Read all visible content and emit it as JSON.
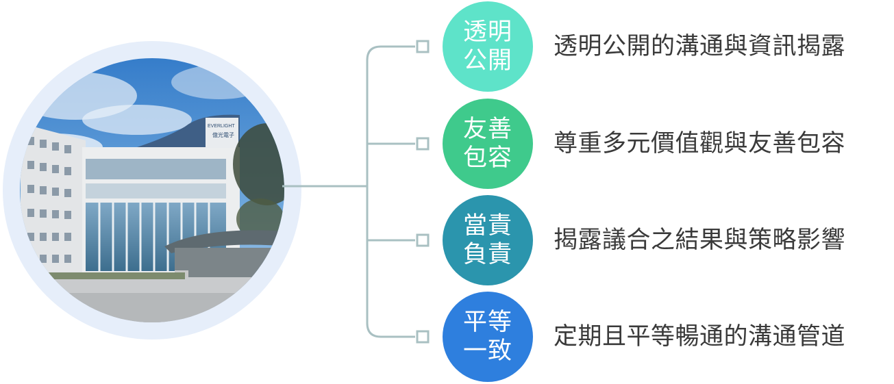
{
  "photo": {
    "description_icon": "building-photo",
    "building_sign_en": "EVERLIGHT",
    "building_sign_zh": "億光電子"
  },
  "principles": [
    {
      "badge_lines": [
        "透明",
        "公開"
      ],
      "description": "透明公開的溝通與資訊揭露",
      "color": "#5ee3c9"
    },
    {
      "badge_lines": [
        "友善",
        "包容"
      ],
      "description": "尊重多元價值觀與友善包容",
      "color": "#3fca8c"
    },
    {
      "badge_lines": [
        "當責",
        "負責"
      ],
      "description": "揭露議合之結果與策略影響",
      "color": "#2b95ad"
    },
    {
      "badge_lines": [
        "平等",
        "一致"
      ],
      "description": "定期且平等暢通的溝通管道",
      "color": "#2e7fde"
    }
  ],
  "colors": {
    "ring": "#e6eefa",
    "connector": "#a9c0c2",
    "text": "#3a3a3a"
  }
}
